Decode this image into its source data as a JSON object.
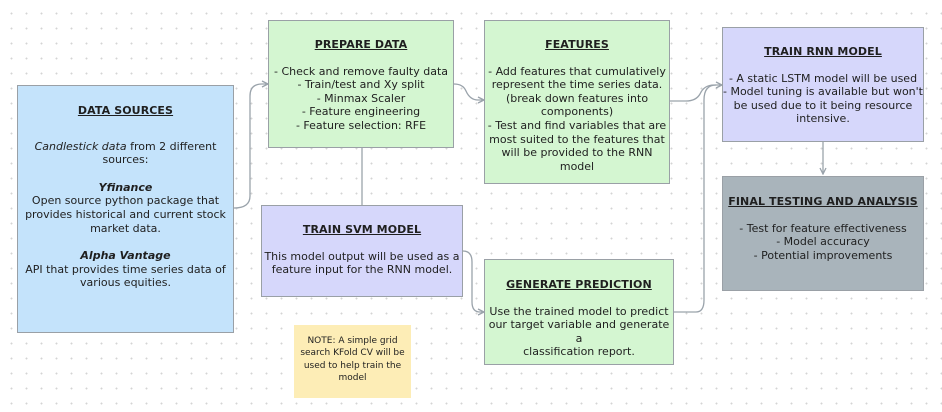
{
  "nodes": {
    "data_sources": {
      "title": "DATA SOURCES",
      "intro_italic": "Candlestick data",
      "intro_rest": " from 2 different",
      "intro_line2": "sources:",
      "yfinance_name": "Yfinance",
      "yfinance_lines": [
        "Open source python package that",
        "provides historical and current stock",
        "market data."
      ],
      "alpha_name": "Alpha Vantage",
      "alpha_lines": [
        "API that provides time series data of",
        "various equities."
      ]
    },
    "prepare_data": {
      "title": "PREPARE DATA",
      "lines": [
        "- Check and remove faulty data",
        "- Train/test and Xy split",
        "- Minmax Scaler",
        "- Feature engineering",
        "- Feature selection: RFE"
      ]
    },
    "features": {
      "title": "FEATURES",
      "lines": [
        "- Add features that cumulatively",
        "represent the time series data.",
        "(break down features into",
        "components)",
        "- Test and find variables that are",
        "most suited to the features that",
        "will be provided to the RNN",
        "model"
      ]
    },
    "train_rnn": {
      "title": "TRAIN RNN MODEL",
      "lines": [
        "- A static LSTM model will be used",
        "- Model tuning is available but won't",
        "be used due to it being resource",
        "intensive."
      ]
    },
    "train_svm": {
      "title": "TRAIN SVM MODEL",
      "lines": [
        "This model output will be used as a",
        "feature input for the RNN model."
      ]
    },
    "generate_prediction": {
      "title": "GENERATE PREDICTION",
      "lines": [
        "Use the trained model to predict",
        "our target variable and generate a",
        "classification report."
      ]
    },
    "final_testing": {
      "title": "FINAL TESTING AND ANALYSIS",
      "lines": [
        "- Test for feature effectiveness",
        "- Model accuracy",
        "- Potential improvements"
      ]
    },
    "note": {
      "lines": [
        "NOTE: A simple grid",
        "search KFold CV will be",
        "used to help train the",
        "model"
      ]
    }
  },
  "colors": {
    "data_sources_fill": "#c4e3fb",
    "prepare_fill": "#d4f6d1",
    "rnn_fill": "#d6d7fb",
    "final_fill": "#a9b4bb",
    "note_fill": "#fdedb6",
    "connector": "#9aa3ab"
  }
}
